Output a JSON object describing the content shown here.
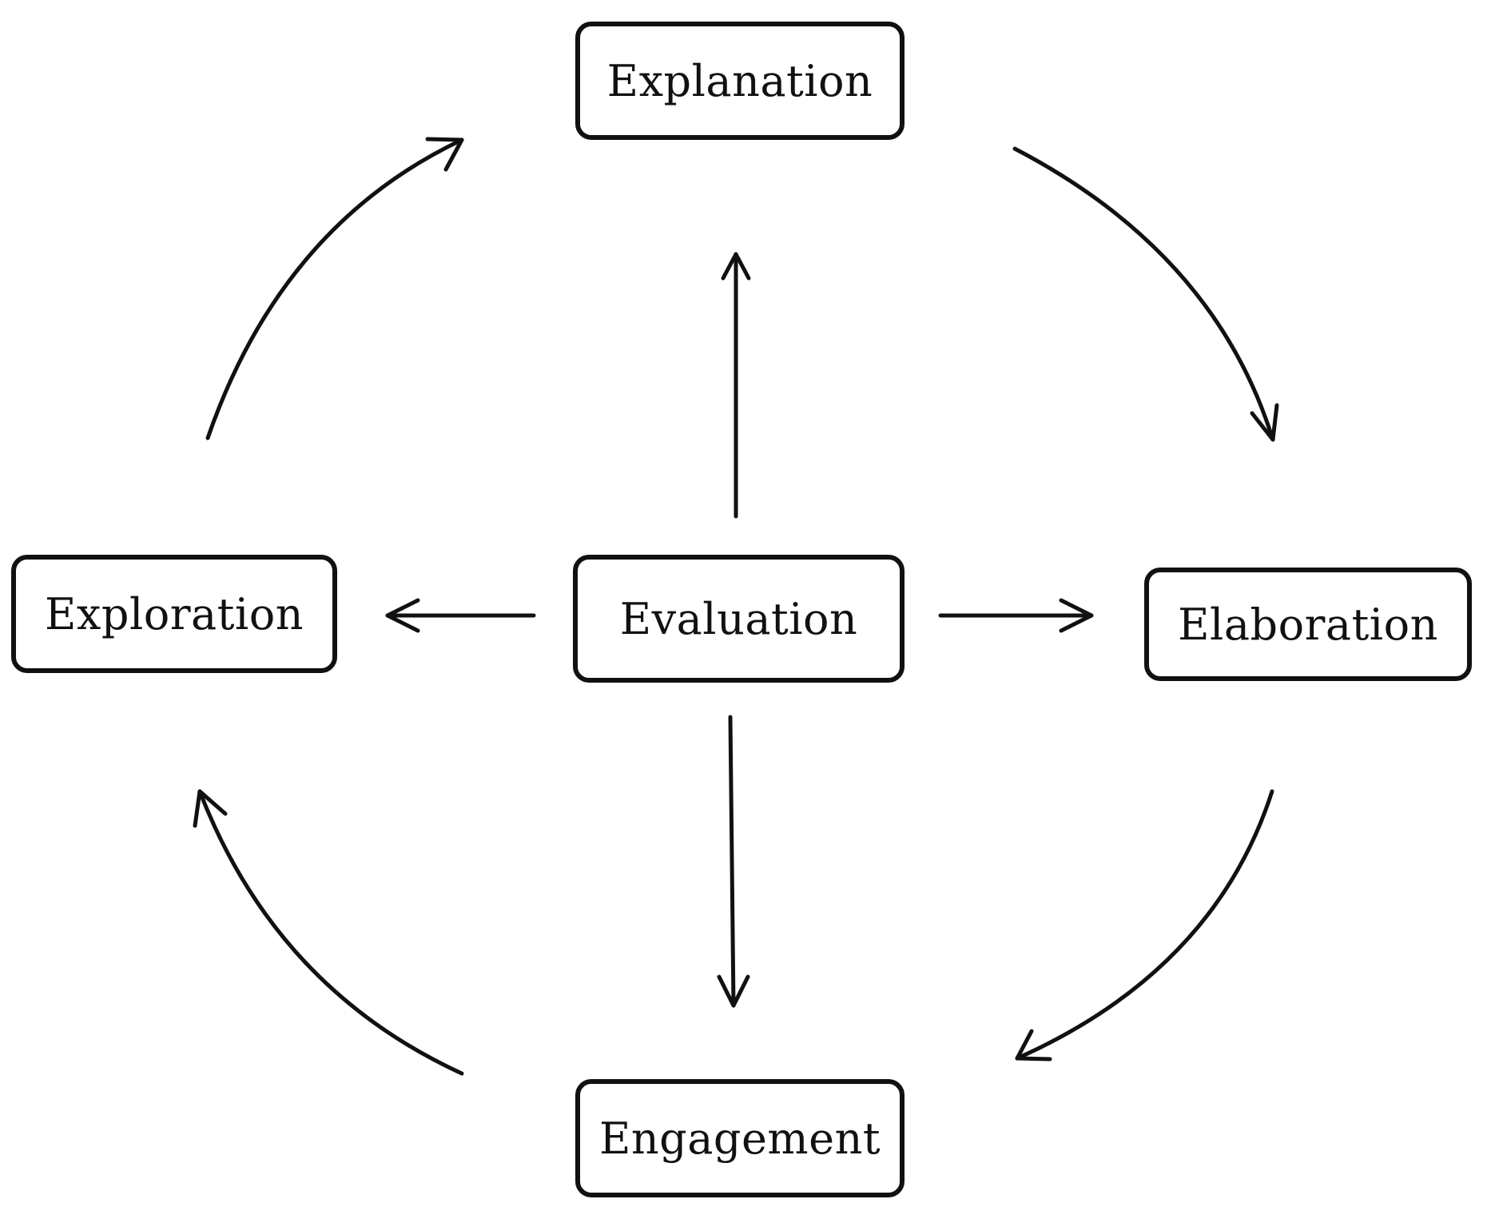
{
  "nodes": {
    "explanation": "Explanation",
    "exploration": "Exploration",
    "evaluation": "Evaluation",
    "elaboration": "Elaboration",
    "engagement": "Engagement"
  },
  "edges": [
    {
      "from": "Exploration",
      "to": "Explanation"
    },
    {
      "from": "Explanation",
      "to": "Elaboration"
    },
    {
      "from": "Elaboration",
      "to": "Engagement"
    },
    {
      "from": "Engagement",
      "to": "Exploration"
    },
    {
      "from": "Evaluation",
      "to": "Explanation"
    },
    {
      "from": "Evaluation",
      "to": "Exploration"
    },
    {
      "from": "Evaluation",
      "to": "Elaboration"
    },
    {
      "from": "Evaluation",
      "to": "Engagement"
    }
  ],
  "colors": {
    "stroke": "#111111",
    "background": "#ffffff"
  }
}
